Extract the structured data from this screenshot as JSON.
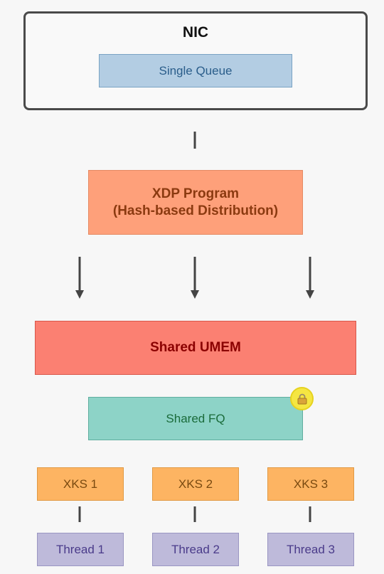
{
  "nic": {
    "title": "NIC",
    "queue_label": "Single Queue"
  },
  "xdp": {
    "line1": "XDP Program",
    "line2": "(Hash-based Distribution)"
  },
  "umem": {
    "label": "Shared UMEM"
  },
  "fq": {
    "label": "Shared FQ",
    "lock_icon": "lock-icon"
  },
  "xks": [
    "XKS 1",
    "XKS 2",
    "XKS 3"
  ],
  "threads": [
    "Thread 1",
    "Thread 2",
    "Thread 3"
  ],
  "colors": {
    "queue": "#b3cde3",
    "xdp": "#fea07a",
    "umem": "#fb8072",
    "fq": "#8dd3c7",
    "xks": "#fdb462",
    "thread": "#bebada",
    "lock": "#f5e642",
    "connector": "#444444"
  }
}
